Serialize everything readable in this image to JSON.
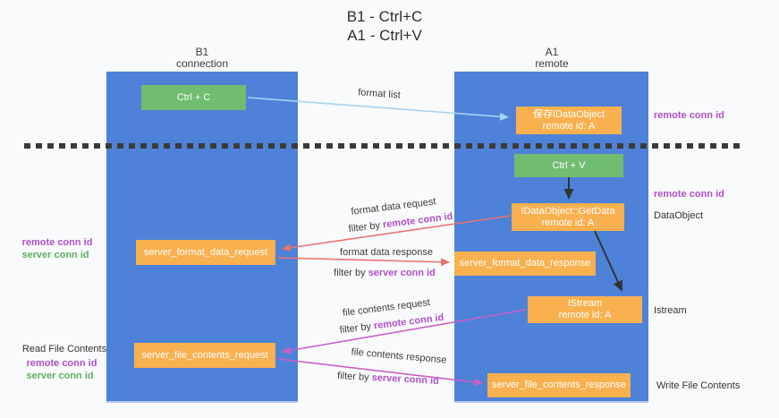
{
  "title": {
    "line1": "B1 - Ctrl+C",
    "line2": "A1 - Ctrl+V"
  },
  "columns": {
    "left": {
      "name": "B1",
      "role": "connection"
    },
    "right": {
      "name": "A1",
      "role": "remote"
    }
  },
  "boxes": {
    "ctrl_c": "Ctrl + C",
    "ctrl_v": "Ctrl + V",
    "save_dataobject": {
      "line1": "保存IDataObject",
      "line2": "remote id: A"
    },
    "getdata": {
      "line1": "IDataObject::GetData",
      "line2": "remote id: A"
    },
    "istream": {
      "line1": "IStream",
      "line2": "remote id: A"
    },
    "format_request": "server_format_data_request",
    "format_response": "server_format_data_response",
    "file_request": "server_file_contents_request",
    "file_response": "server_file_contents_response"
  },
  "labels": {
    "format_list": "format list",
    "format_request": "format data request",
    "format_request_filter_prefix": "filter by ",
    "format_request_filter_key": "remote conn id",
    "format_response": "format data response",
    "format_response_filter_prefix": "filter by ",
    "format_response_filter_key": "server conn id",
    "file_request": "file contents request",
    "file_request_filter_prefix": "filter by ",
    "file_request_filter_key": "remote conn id",
    "file_response": "file contents response",
    "file_response_filter_prefix": "filter by ",
    "file_response_filter_key": "server conn id"
  },
  "annotations": {
    "right_remote_conn_top": "remote conn id",
    "right_remote_conn_mid": "remote conn id",
    "dataobject": "DataObject",
    "istream": "Istream",
    "write_file": "Write File Contents",
    "left_remote_conn_top": "remote conn id",
    "left_server_conn_top": "server conn id",
    "read_file": "Read File Contents",
    "left_remote_conn_bottom": "remote conn id",
    "left_server_conn_bottom": "server conn id"
  },
  "colors": {
    "column_fill": "#4d82d8",
    "green_box": "#70bd70",
    "orange_box": "#f9b04f",
    "purple_text": "#b050c8",
    "green_text": "#5db163",
    "arrow_light_blue": "#a6d3f3",
    "arrow_red": "#e8736f",
    "arrow_magenta": "#ca5fc5",
    "arrow_black": "#333333",
    "dashed_divider": "#3a3a3a"
  }
}
